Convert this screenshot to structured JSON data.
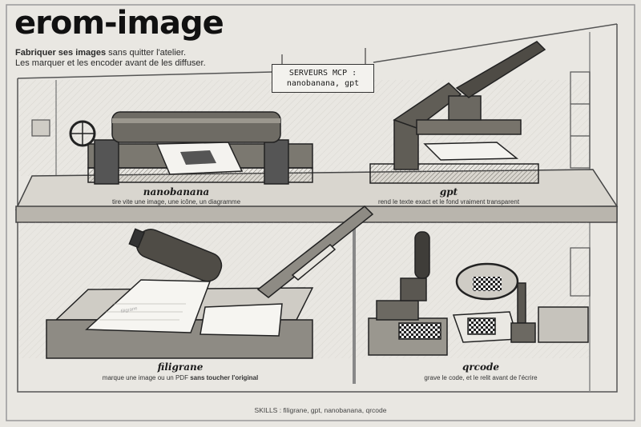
{
  "header": {
    "title": "erom-image",
    "subtitle_line1_bold": "Fabriquer ses images",
    "subtitle_line1_rest": " sans quitter l'atelier.",
    "subtitle_line2": "Les marquer et les encoder avant de les diffuser."
  },
  "sign": {
    "line1": "SERVEURS MCP :",
    "line2": "nanobanana, gpt"
  },
  "stations": {
    "nanobanana": {
      "title": "nanobanana",
      "desc": "tire vite une image, une icône, un diagramme",
      "icon": "rolling-press-icon"
    },
    "gpt": {
      "title": "gpt",
      "desc": "rend le texte exact et le fond vraiment transparent",
      "icon": "lever-press-icon"
    },
    "filigrane": {
      "title": "filigrane",
      "desc_pre": "marque une image ou un PDF ",
      "desc_bold": "sans toucher l'original",
      "icon": "roller-stamp-icon",
      "watermark_text": "filigrane"
    },
    "qrcode": {
      "title": "qrcode",
      "desc": "grave le code, et le relit avant de l'écrire",
      "icon": "stamp-and-magnifier-icon"
    }
  },
  "footer": {
    "skills": "SKILLS : filigrane, gpt, nanobanana, qrcode"
  }
}
